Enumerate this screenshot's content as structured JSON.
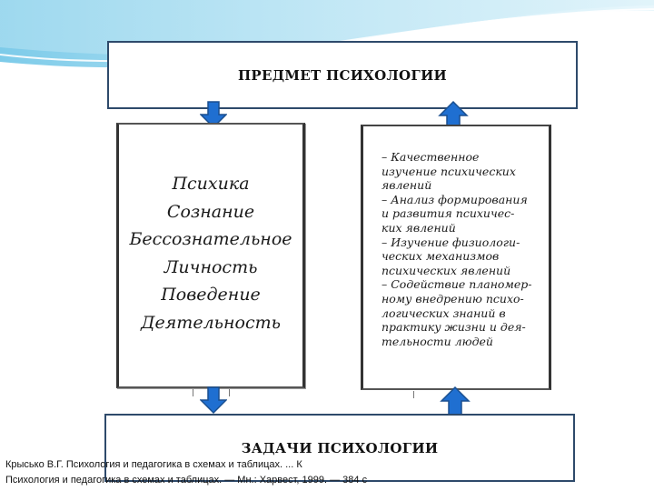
{
  "colors": {
    "arrow_fill": "#1f6fd1",
    "arrow_stroke": "#1a4f8f",
    "box_border": "#2e4a6b",
    "wave_light": "#bfe7f6",
    "wave_mid": "#7dcbe9"
  },
  "top_box": {
    "title": "ПРЕДМЕТ ПСИХОЛОГИИ"
  },
  "bottom_box": {
    "title": "ЗАДАЧИ ПСИХОЛОГИИ"
  },
  "left_panel": {
    "items": [
      "Психика",
      "Сознание",
      "Бессознательное",
      "Личность",
      "Поведение",
      "Деятельность"
    ]
  },
  "right_panel": {
    "lines": [
      "– Качественное",
      "изучение психических",
      "явлений",
      "– Анализ формирования",
      "и развития психичес-",
      "ких явлений",
      "– Изучение физиологи-",
      "ческих механизмов",
      "психических явлений",
      "– Содействие планомер-",
      "ному внедрению психо-",
      "логических знаний в",
      "практику жизни и дея-",
      "тельности людей"
    ]
  },
  "citation": {
    "line1": "Крысько В.Г. Психология и педагогика в схемах и таблицах. ... К",
    "line2": "Психология и педагогика в схемах и таблицах. — Мн.: Харвест, 1999. — 384 с"
  },
  "arrows": [
    {
      "id": "left-top",
      "direction": "down"
    },
    {
      "id": "right-top",
      "direction": "up"
    },
    {
      "id": "left-bottom",
      "direction": "down"
    },
    {
      "id": "right-bottom",
      "direction": "up"
    }
  ]
}
